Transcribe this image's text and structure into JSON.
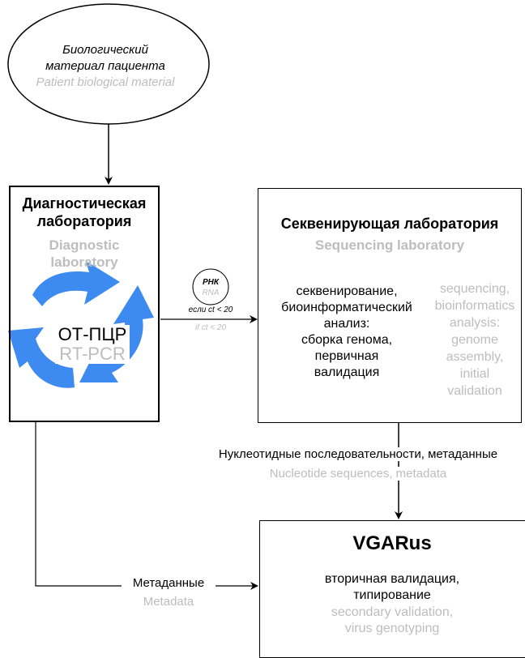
{
  "start": {
    "ru_line1": "Биологический",
    "ru_line2": "материал пациента",
    "en": "Patient biological material"
  },
  "diagnostic": {
    "title_ru_line1": "Диагностическая",
    "title_ru_line2": "лаборатория",
    "title_en_line1": "Diagnostic",
    "title_en_line2": "laboratory",
    "cycle_ru": "ОТ-ПЦР",
    "cycle_en": "RT-PCR",
    "cycle_color": "#3d8af0"
  },
  "condition": {
    "rna_ru": "РНК",
    "rna_en": "RNA",
    "ct_ru": "если ct < 20",
    "ct_en": "if ct < 20"
  },
  "sequencing": {
    "title_ru": "Секвенирующая лаборатория",
    "title_en": "Sequencing laboratory",
    "ru_lines": [
      "секвенирование,",
      "биоинформатический",
      "анализ:",
      "сборка генома,",
      "первичная",
      "валидация"
    ],
    "en_lines": [
      "sequencing,",
      "bioinformatics",
      "analysis:",
      "genome",
      "assembly,",
      "initial",
      "validation"
    ]
  },
  "flow_seq_to_vgarus": {
    "ru": "Нуклеотидные последовательности, метаданные",
    "en": "Nucleotide sequences, metadata"
  },
  "vgarus": {
    "title": "VGARus",
    "ru_line1": "вторичная валидация,",
    "ru_line2": "типирование",
    "en_line1": "secondary validation,",
    "en_line2": "virus genotyping"
  },
  "flow_diag_to_vgarus": {
    "ru": "Метаданные",
    "en": "Metadata"
  },
  "colors": {
    "secondary_text": "#bdbdbd",
    "cycle_arrows": "#3d8af0"
  }
}
